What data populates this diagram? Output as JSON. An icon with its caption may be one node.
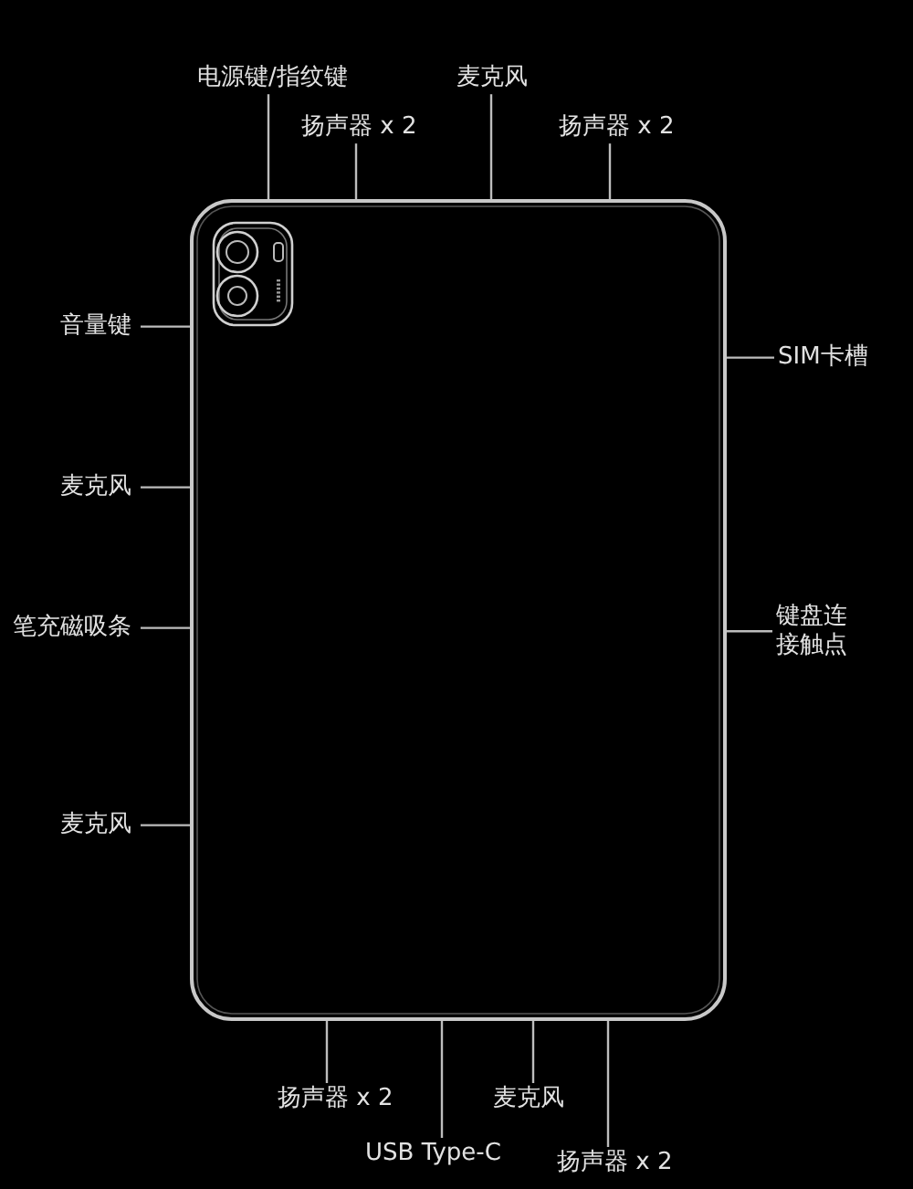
{
  "diagram": {
    "nodes": [
      {
        "text": [],
        "shape": "picture"
      },
      {
        "text": [
          "电源键/指纹键"
        ]
      },
      {
        "text": [
          "麦克风"
        ]
      },
      {
        "text": [
          "扬声器 x 2"
        ]
      },
      {
        "text": [
          "扬声器 x 2"
        ]
      },
      {
        "text": [
          "音量键"
        ]
      },
      {
        "text": [
          "SIM卡槽"
        ]
      },
      {
        "text": [
          "麦克风"
        ]
      },
      {
        "text": [
          "笔充磁吸条"
        ]
      },
      {
        "text": [
          "键盘连接触点"
        ]
      },
      {
        "text": [
          "麦克风"
        ]
      },
      {
        "text": [
          "扬声器 x 2"
        ]
      },
      {
        "text": [
          "麦克风"
        ]
      },
      {
        "text": [
          "USB Type-C"
        ]
      },
      {
        "text": [
          "扬声器 x 2"
        ]
      }
    ],
    "edges": [
      {
        "from": 1,
        "to": 0,
        "arrow": "none"
      },
      {
        "from": 2,
        "to": 0,
        "arrow": "none"
      },
      {
        "from": 3,
        "to": 0,
        "arrow": "none"
      },
      {
        "from": 4,
        "to": 0,
        "arrow": "none"
      },
      {
        "from": 5,
        "to": 0,
        "arrow": "none"
      },
      {
        "from": 6,
        "to": 0,
        "arrow": "none"
      },
      {
        "from": 7,
        "to": 0,
        "arrow": "none"
      },
      {
        "from": 8,
        "to": 0,
        "arrow": "none"
      },
      {
        "from": 9,
        "to": 0,
        "arrow": "none"
      },
      {
        "from": 10,
        "to": 0,
        "arrow": "none"
      },
      {
        "from": 11,
        "to": 0,
        "arrow": "none"
      },
      {
        "from": 12,
        "to": 0,
        "arrow": "none"
      },
      {
        "from": 13,
        "to": 0,
        "arrow": "none"
      },
      {
        "from": 14,
        "to": 0,
        "arrow": "none"
      }
    ]
  }
}
